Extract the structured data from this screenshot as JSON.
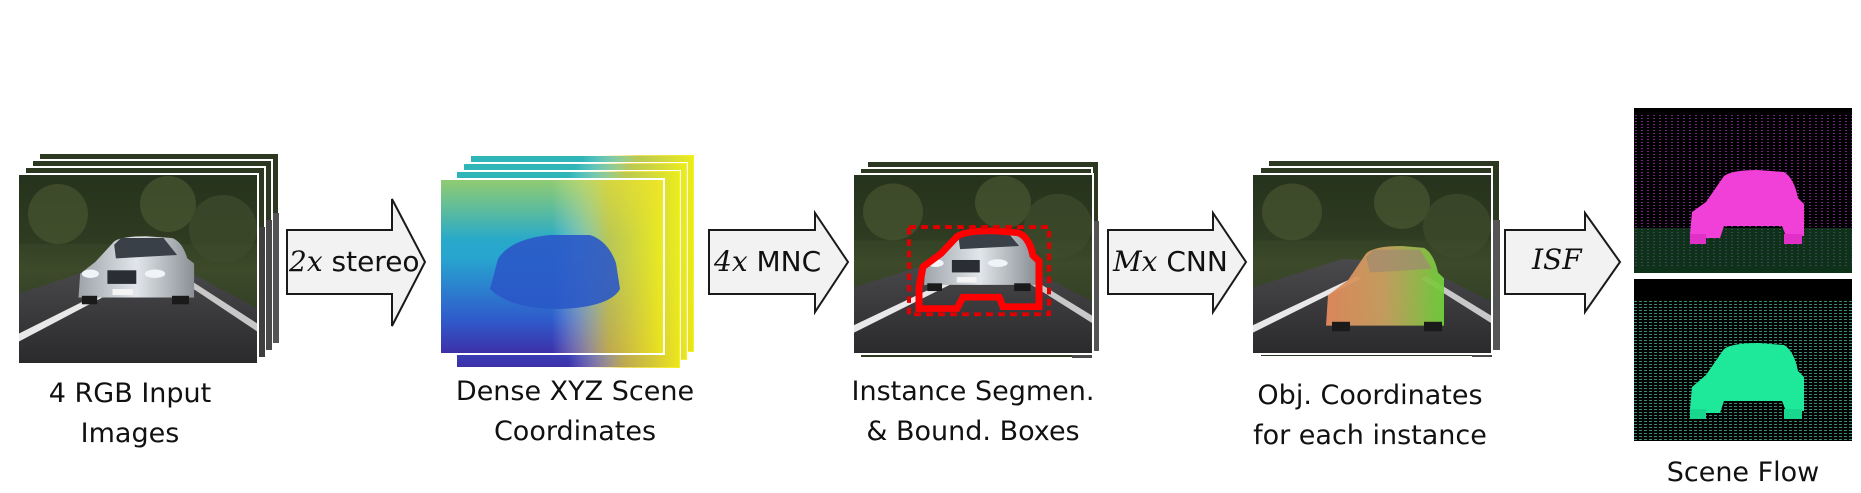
{
  "stages": [
    {
      "id": "rgb",
      "caption_lines": [
        "4 RGB Input",
        "Images"
      ]
    },
    {
      "id": "xyz",
      "caption_lines": [
        "Dense XYZ Scene",
        "Coordinates"
      ]
    },
    {
      "id": "seg",
      "caption_lines": [
        "Instance Segmen.",
        "& Bound. Boxes"
      ]
    },
    {
      "id": "obj",
      "caption_lines": [
        "Obj. Coordinates",
        "for each instance"
      ]
    },
    {
      "id": "flow",
      "caption_lines": [
        "Scene Flow"
      ]
    }
  ],
  "arrows": [
    {
      "math": "2x",
      "text": " stereo"
    },
    {
      "math": "4x",
      "text": " MNC"
    },
    {
      "math": "Mx",
      "text": " CNN"
    },
    {
      "math": "ISF",
      "text": ""
    }
  ],
  "colors": {
    "arrow_fill": "#f2f2f2",
    "arrow_stroke": "#1a1a1a",
    "segmentation_outline": "#ff0000",
    "scene_flow_background": "#000000"
  }
}
